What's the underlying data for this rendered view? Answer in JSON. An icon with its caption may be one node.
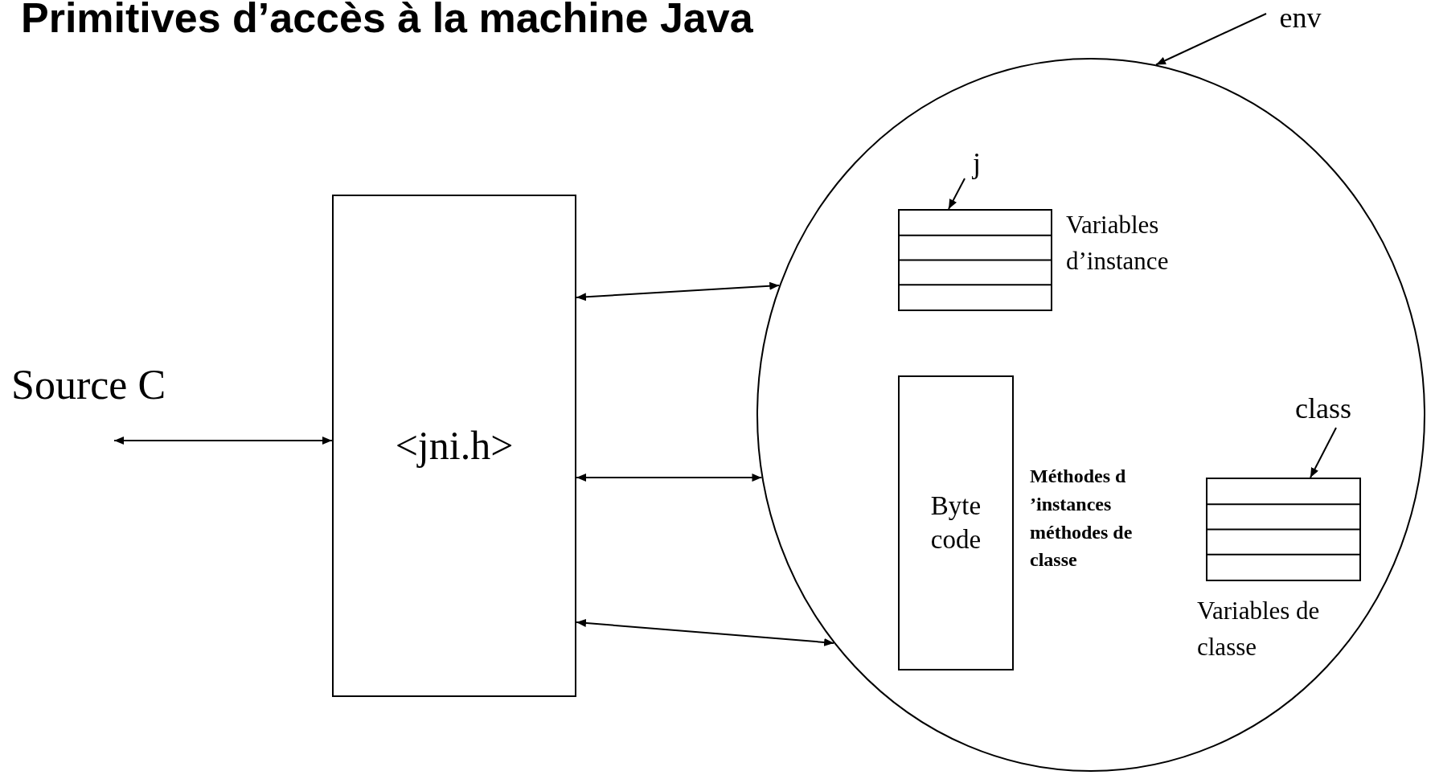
{
  "diagram": {
    "title": "Primitives d’accès à la machine Java",
    "nodes": [
      {
        "text": [
          "env"
        ]
      },
      {
        "text": [],
        "shape": "circle"
      },
      {
        "text": [
          "Source C"
        ]
      },
      {
        "text": [
          "<jni.h>"
        ]
      },
      {
        "text": [
          "j"
        ],
        "in": 1
      },
      {
        "text": [],
        "shape": "table",
        "in": 1,
        "beside": [
          "Variables d’instance"
        ]
      },
      {
        "text": [
          "Byte code"
        ],
        "in": 1,
        "beside": [
          "Méthodes d ’instances méthodes de classe"
        ]
      },
      {
        "text": [
          "class"
        ],
        "in": 1
      },
      {
        "text": [],
        "shape": "table",
        "in": 1,
        "beside": [
          "Variables de classe"
        ]
      }
    ],
    "edges": [
      {
        "from": 0,
        "to": 1,
        "arrow": "to"
      },
      {
        "from": 2,
        "to": 3,
        "arrow": "both"
      },
      {
        "from": 3,
        "to": 1,
        "arrow": "both"
      },
      {
        "from": 3,
        "to": 1,
        "arrow": "both"
      },
      {
        "from": 3,
        "to": 1,
        "arrow": "both"
      },
      {
        "from": 4,
        "to": 5,
        "arrow": "to"
      },
      {
        "from": 7,
        "to": 8,
        "arrow": "to"
      }
    ]
  }
}
